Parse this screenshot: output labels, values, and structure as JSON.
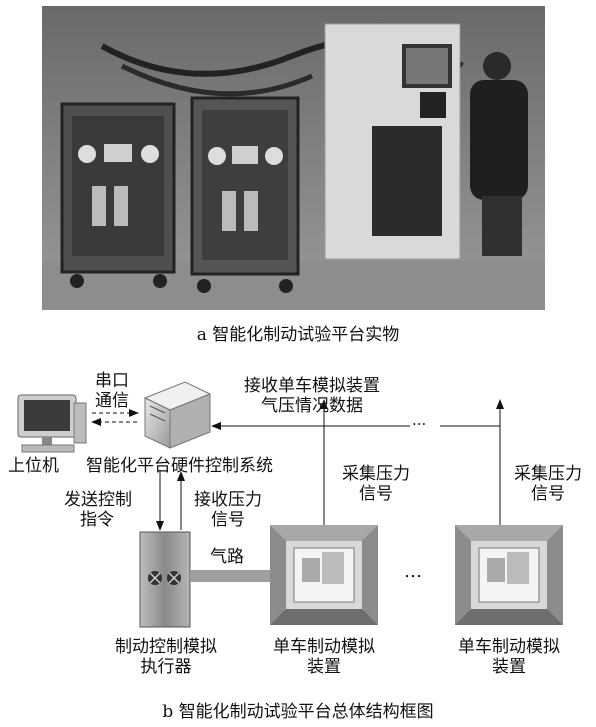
{
  "caption_a": "a 智能化制动试验平台实物",
  "caption_b": "b 智能化制动试验平台总体结构框图",
  "labels": {
    "serial_1": "串口",
    "serial_2": "通信",
    "receive_data_1": "接收单车模拟装置",
    "receive_data_2": "气压情况数据",
    "host": "上位机",
    "hw_control": "智能化平台硬件控制系统",
    "collect_1": "采集压力",
    "collect_2": "信号",
    "collect_b_1": "采集压力",
    "collect_b_2": "信号",
    "send_1": "发送控制",
    "send_2": "指令",
    "recv_p_1": "接收压力",
    "recv_p_2": "信号",
    "airway": "气路",
    "dots": "…",
    "dots_top": "···",
    "actuator_1": "制动控制模拟",
    "actuator_2": "执行器",
    "unit1_1": "单车制动模拟",
    "unit1_2": "装置",
    "unit2_1": "单车制动模拟",
    "unit2_2": "装置"
  }
}
